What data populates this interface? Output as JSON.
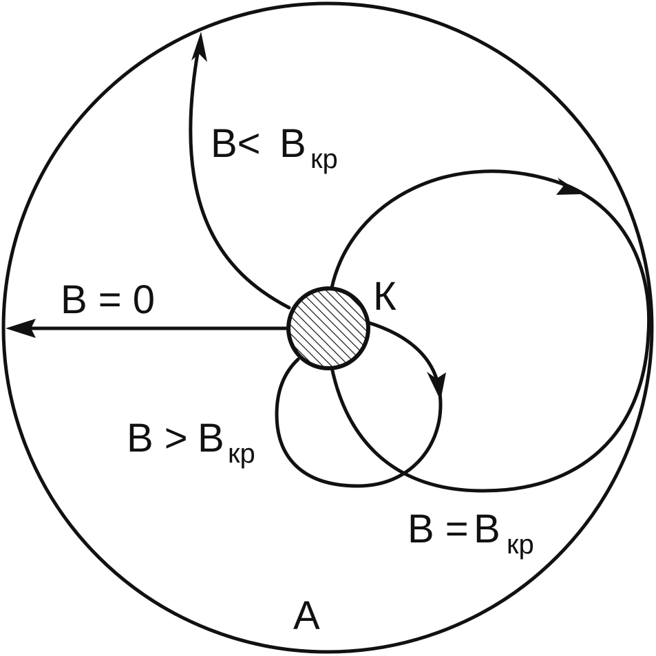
{
  "labels": {
    "b_zero": "B = 0",
    "b_less": "B<",
    "b_greater": "B >",
    "b_equal": "B =",
    "b": "B",
    "kr": "кр",
    "cathode": "К",
    "anode": "А"
  },
  "colors": {
    "stroke": "#111111",
    "background": "#ffffff"
  }
}
